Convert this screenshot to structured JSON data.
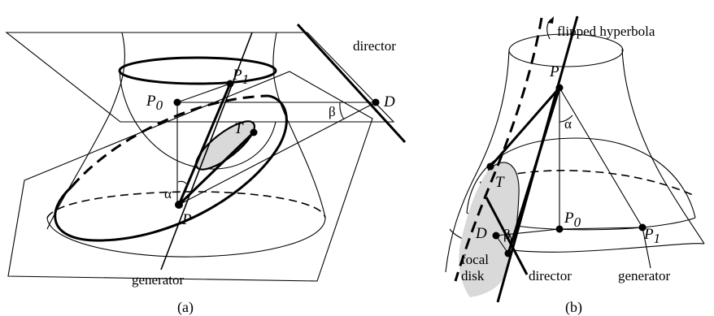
{
  "figure_a": {
    "caption": "(a)",
    "labels": {
      "director": "director",
      "generator": "generator",
      "P1_main": "P",
      "P1_sub": "1",
      "P0_main": "P",
      "P0_sub": "0",
      "T": "T",
      "P": "P",
      "D": "D",
      "alpha": "α",
      "beta": "β"
    }
  },
  "figure_b": {
    "caption": "(b)",
    "labels": {
      "flipped_hyperbola": "flipped hyperbola",
      "P": "P",
      "alpha": "α",
      "T": "T",
      "D": "D",
      "beta": "β",
      "P0_main": "P",
      "P0_sub": "0",
      "P1_main": "P",
      "P1_sub": "1",
      "focal": "focal",
      "disk": "disk",
      "director": "director",
      "generator": "generator"
    }
  },
  "colors": {
    "ink": "#000000",
    "shade": "#d9d9d9",
    "background": "#ffffff"
  }
}
